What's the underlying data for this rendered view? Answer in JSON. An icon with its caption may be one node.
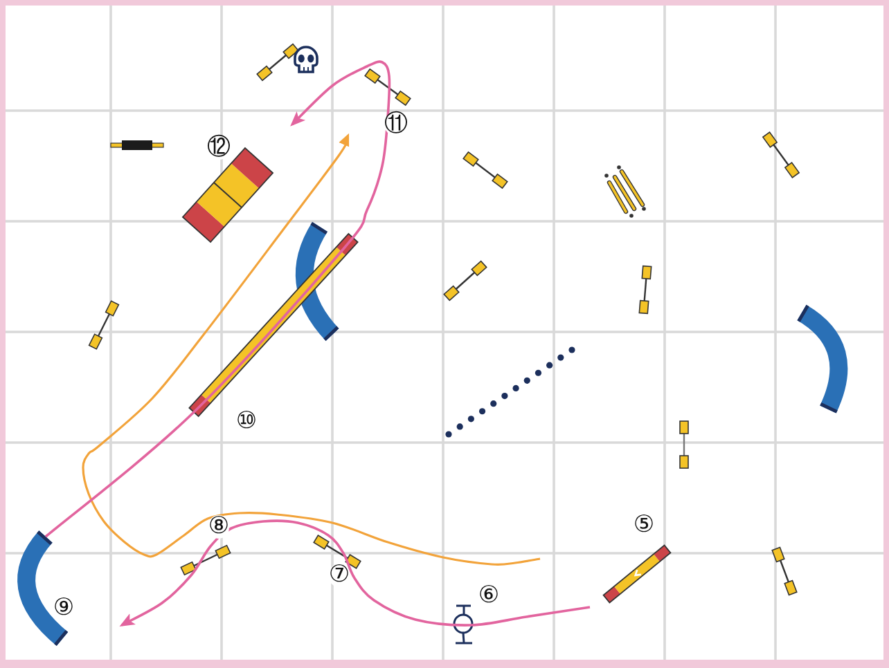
{
  "diagram": {
    "labels": [
      "⑪",
      "⑫",
      "⑩",
      "⑧",
      "⑤",
      "⑦",
      "⑥",
      "⑨"
    ]
  }
}
